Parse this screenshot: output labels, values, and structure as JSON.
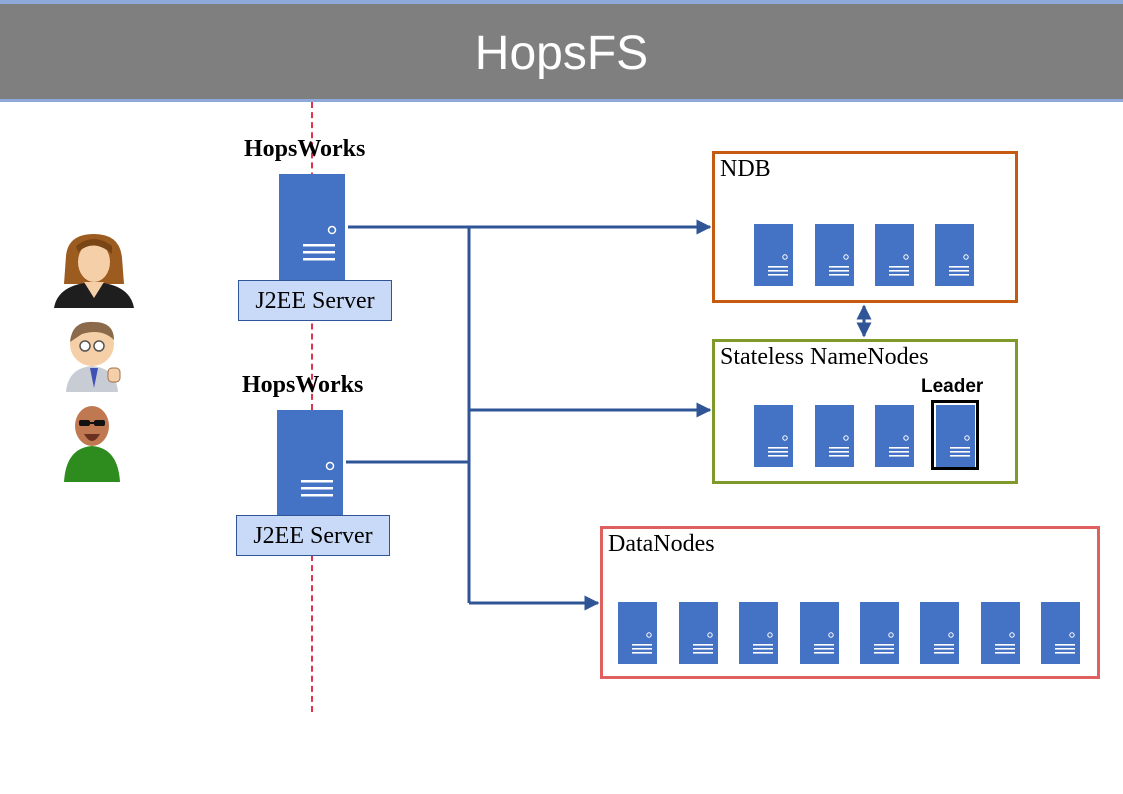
{
  "header": {
    "title": "HopsFS"
  },
  "hopsworks": [
    {
      "name": "HopsWorks",
      "server_label": "J2EE Server"
    },
    {
      "name": "HopsWorks",
      "server_label": "J2EE Server"
    }
  ],
  "clusters": {
    "ndb": {
      "title": "NDB",
      "server_count": 4,
      "border_color": "#c55a11"
    },
    "namenodes": {
      "title": "Stateless NameNodes",
      "server_count": 4,
      "leader_label": "Leader",
      "border_color": "#7f9a2a"
    },
    "datanodes": {
      "title": "DataNodes",
      "server_count": 8,
      "border_color": "#e06060"
    }
  },
  "users": [
    {
      "icon": "woman-user-icon"
    },
    {
      "icon": "thumbs-up-user-icon"
    },
    {
      "icon": "sunglasses-user-icon"
    }
  ],
  "colors": {
    "server": "#4472c4",
    "arrow": "#2f5597",
    "header": "#7f7f7f"
  }
}
